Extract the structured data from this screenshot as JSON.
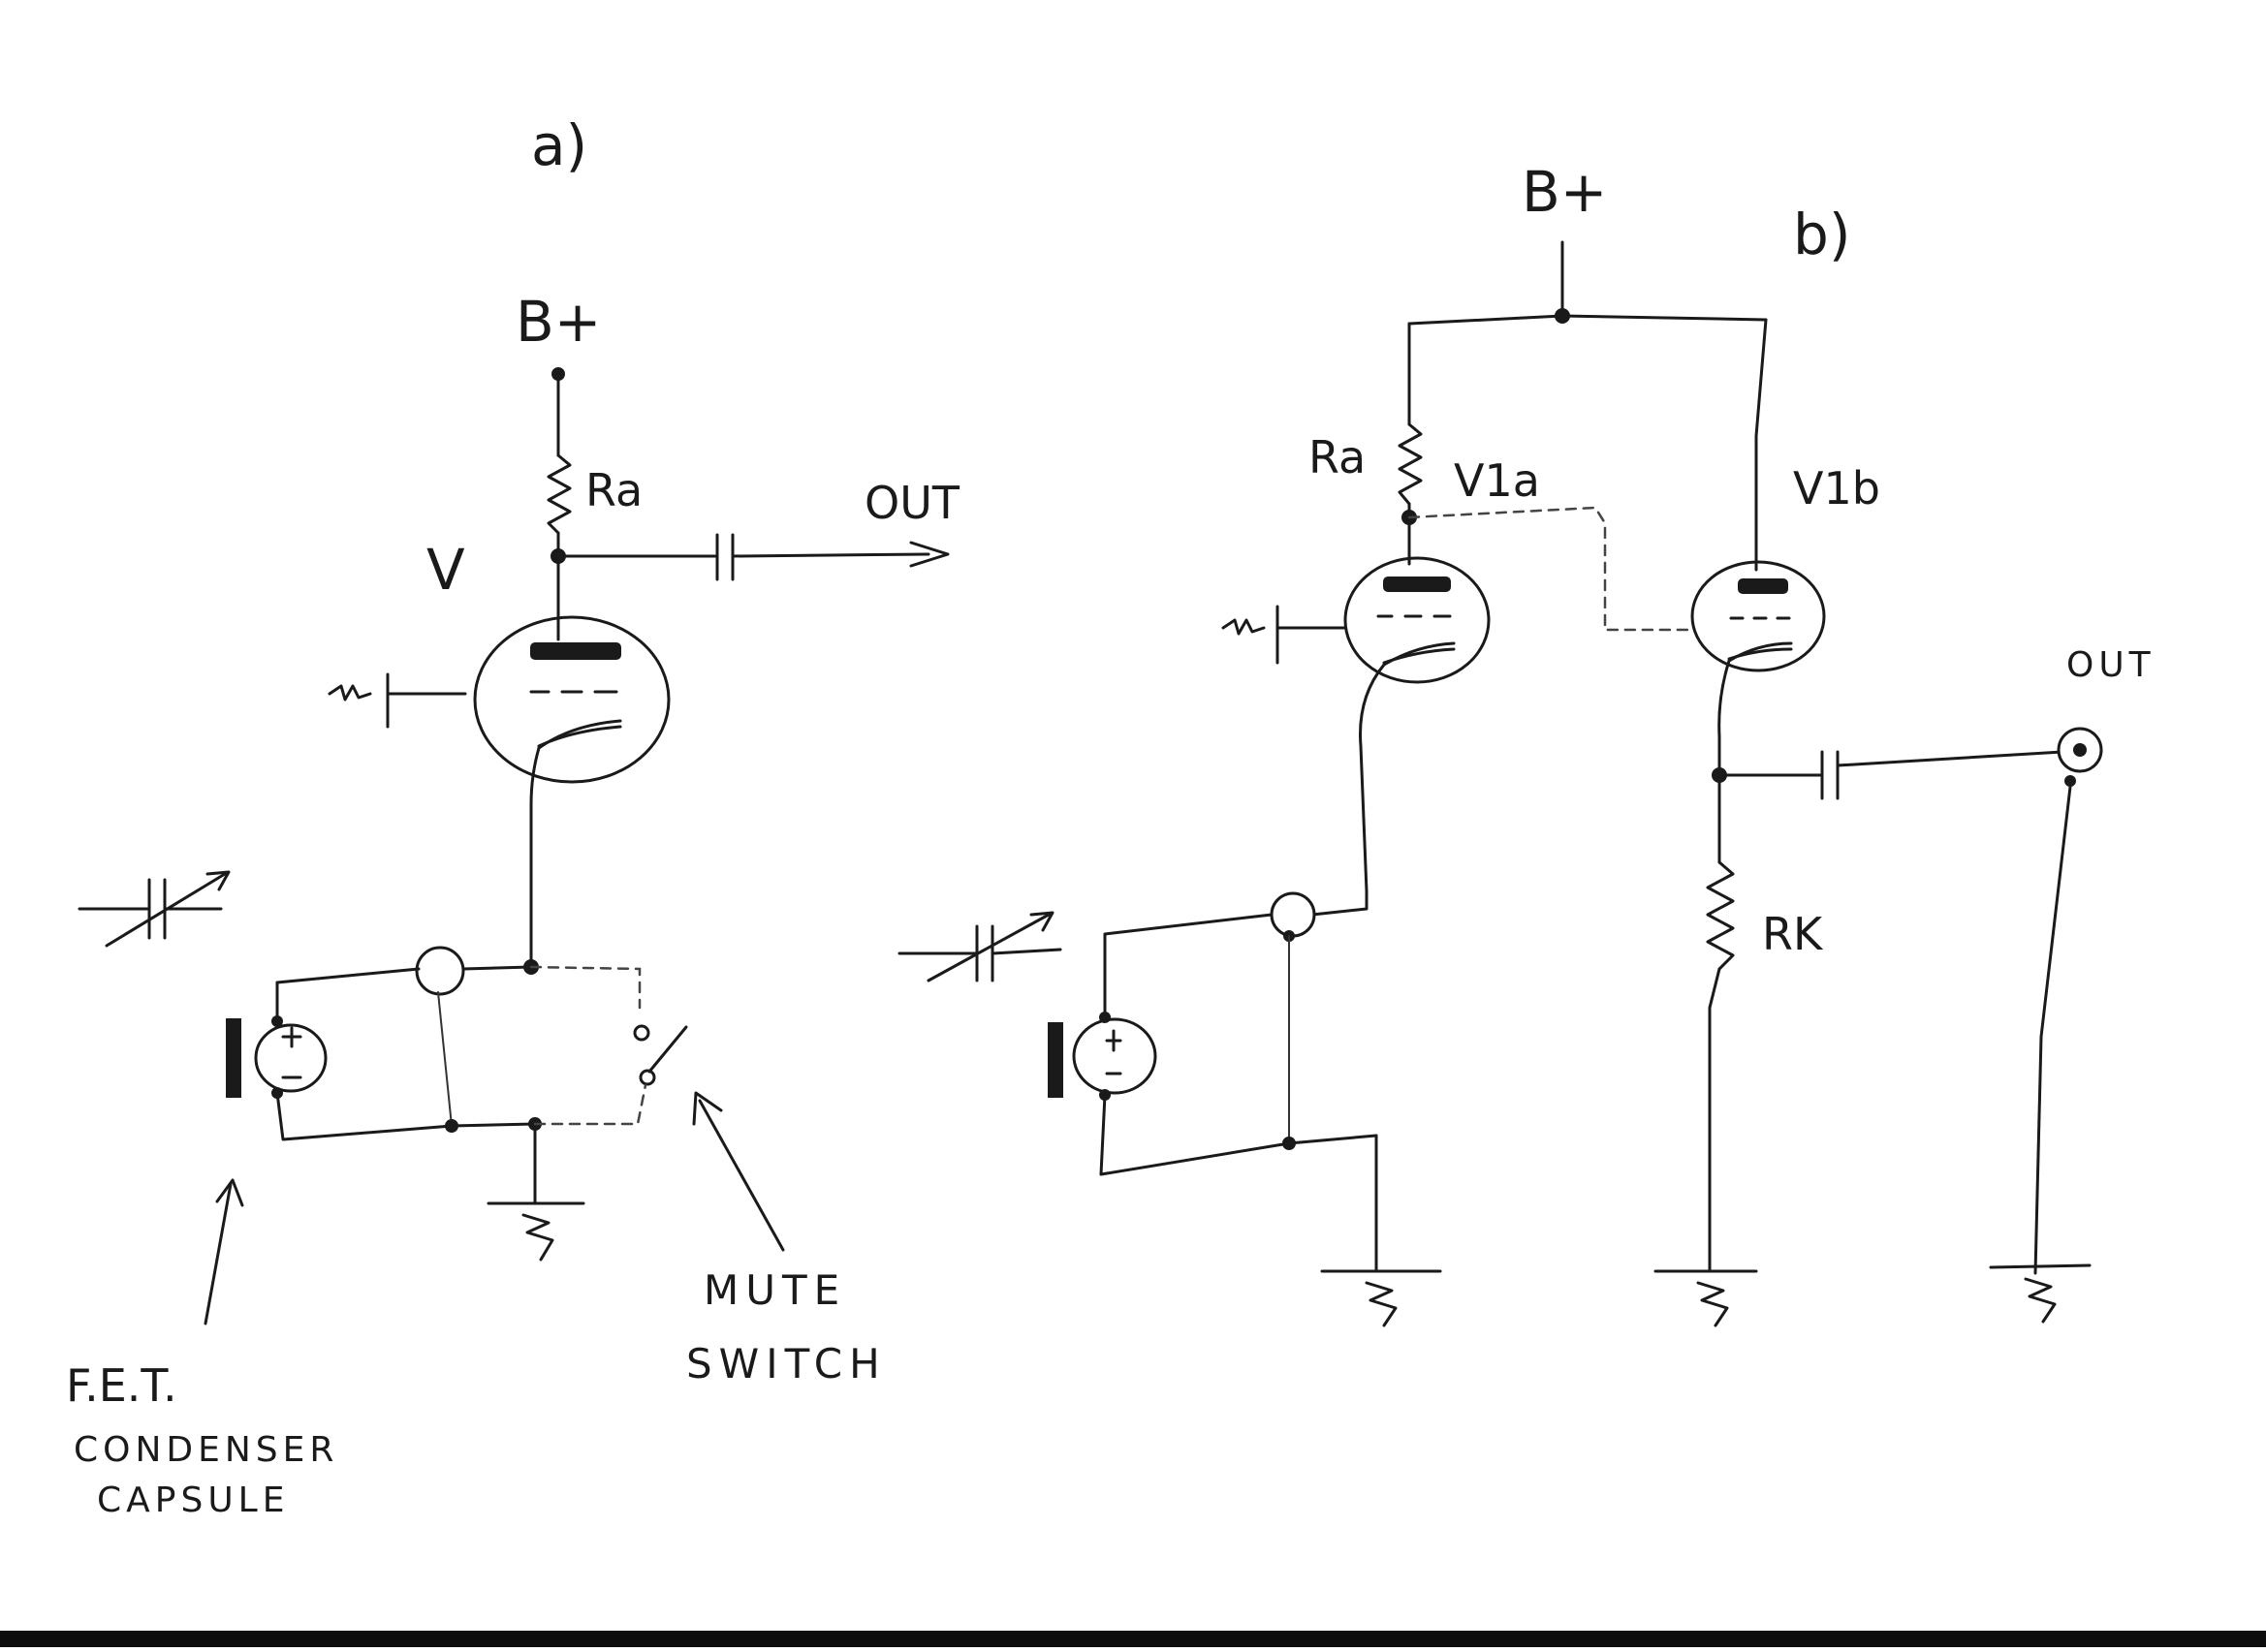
{
  "diagram": {
    "panel_a": {
      "title": "a)",
      "supply_label": "B+",
      "anode_resistor_label": "Ra",
      "tube_label": "V",
      "output_label": "OUT",
      "switch_label_line1": "MUTE",
      "switch_label_line2": "SWITCH",
      "capsule_label_line1": "F.E.T.",
      "capsule_label_line2": "CONDENSER",
      "capsule_label_line3": "CAPSULE"
    },
    "panel_b": {
      "title": "b)",
      "supply_label": "B+",
      "anode_resistor_label": "Ra",
      "tube_a_label": "V1a",
      "tube_b_label": "V1b",
      "cathode_resistor_label": "RK",
      "output_label": "OUT"
    }
  },
  "colors": {
    "ink": "#1a1a1a",
    "paper": "#ffffff",
    "edge": "#0d0d0d"
  }
}
